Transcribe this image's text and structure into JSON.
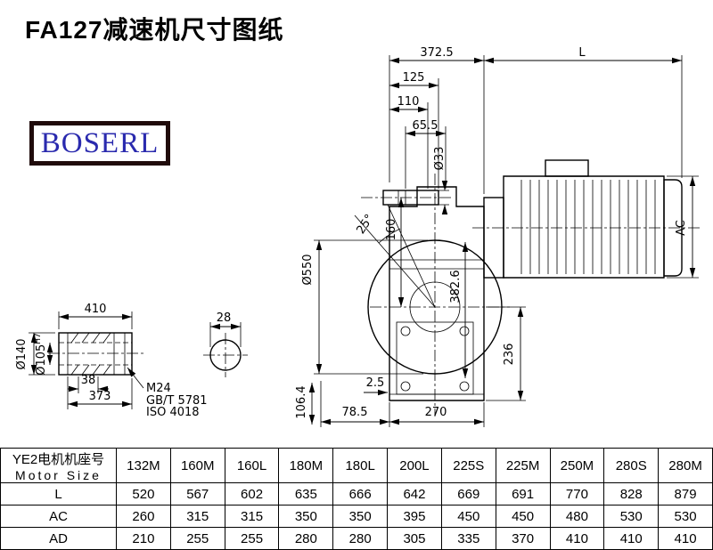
{
  "page": {
    "title": "FA127减速机尺寸图纸",
    "logo": "BOSERL"
  },
  "drawing": {
    "dims": {
      "top_total": "372.5",
      "motor_length": "L",
      "d125": "125",
      "d110": "110",
      "d65_5": "65.5",
      "shaft_dia": "Ø33",
      "d160": "160",
      "angle": "25°",
      "flange_dia": "Ø550",
      "d382_6": "382.6",
      "motor_height": "AC",
      "d236": "236",
      "d2_5": "2.5",
      "d78_5": "78.5",
      "d270": "270",
      "shaft_len": "410",
      "key_width": "28",
      "hub_dia": "Ø140",
      "bore_dia": "Ø105",
      "bore_tol": "H7",
      "d38": "38",
      "d373": "373",
      "thread": "M24",
      "thread_std": "GB/T 5781",
      "thread_iso": "ISO 4018",
      "d106_4": "106.4"
    }
  },
  "table": {
    "header_cn": "YE2电机机座号",
    "header_en": "Motor Size",
    "columns": [
      "132M",
      "160M",
      "160L",
      "180M",
      "180L",
      "200L",
      "225S",
      "225M",
      "250M",
      "280S",
      "280M"
    ],
    "rows": [
      {
        "label": "L",
        "values": [
          "520",
          "567",
          "602",
          "635",
          "666",
          "642",
          "669",
          "691",
          "770",
          "828",
          "879"
        ]
      },
      {
        "label": "AC",
        "values": [
          "260",
          "315",
          "315",
          "350",
          "350",
          "395",
          "450",
          "450",
          "480",
          "530",
          "530"
        ]
      },
      {
        "label": "AD",
        "values": [
          "210",
          "255",
          "255",
          "280",
          "280",
          "305",
          "335",
          "370",
          "410",
          "410",
          "410"
        ]
      }
    ]
  }
}
